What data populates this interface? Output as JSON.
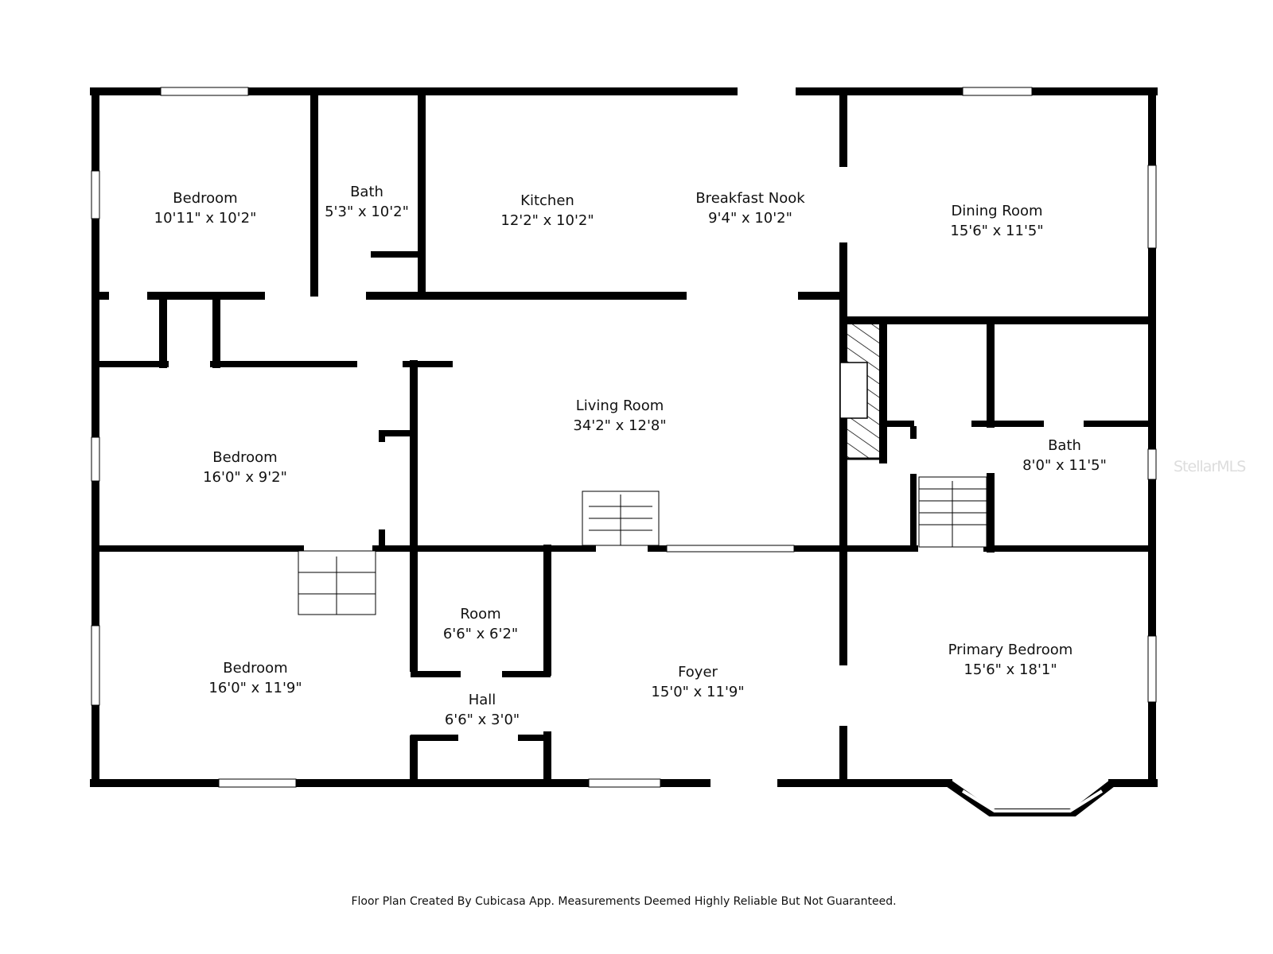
{
  "rooms": [
    {
      "name": "Bedroom",
      "size": "10'11\" x 10'2\""
    },
    {
      "name": "Bath",
      "size": "5'3\" x 10'2\""
    },
    {
      "name": "Kitchen",
      "size": "12'2\" x 10'2\""
    },
    {
      "name": "Breakfast Nook",
      "size": "9'4\" x 10'2\""
    },
    {
      "name": "Dining Room",
      "size": "15'6\" x 11'5\""
    },
    {
      "name": "Living Room",
      "size": "34'2\" x 12'8\""
    },
    {
      "name": "Bedroom",
      "size": "16'0\" x 9'2\""
    },
    {
      "name": "Bath",
      "size": "8'0\" x 11'5\""
    },
    {
      "name": "Room",
      "size": "6'6\" x 6'2\""
    },
    {
      "name": "Hall",
      "size": "6'6\" x 3'0\""
    },
    {
      "name": "Bedroom",
      "size": "16'0\" x 11'9\""
    },
    {
      "name": "Foyer",
      "size": "15'0\" x 11'9\""
    },
    {
      "name": "Primary Bedroom",
      "size": "15'6\" x 18'1\""
    }
  ],
  "footer": "Floor Plan Created By Cubicasa App. Measurements Deemed Highly Reliable But Not Guaranteed.",
  "watermark": "StellarMLS",
  "colors": {
    "wall": "#000000",
    "background": "#ffffff"
  }
}
